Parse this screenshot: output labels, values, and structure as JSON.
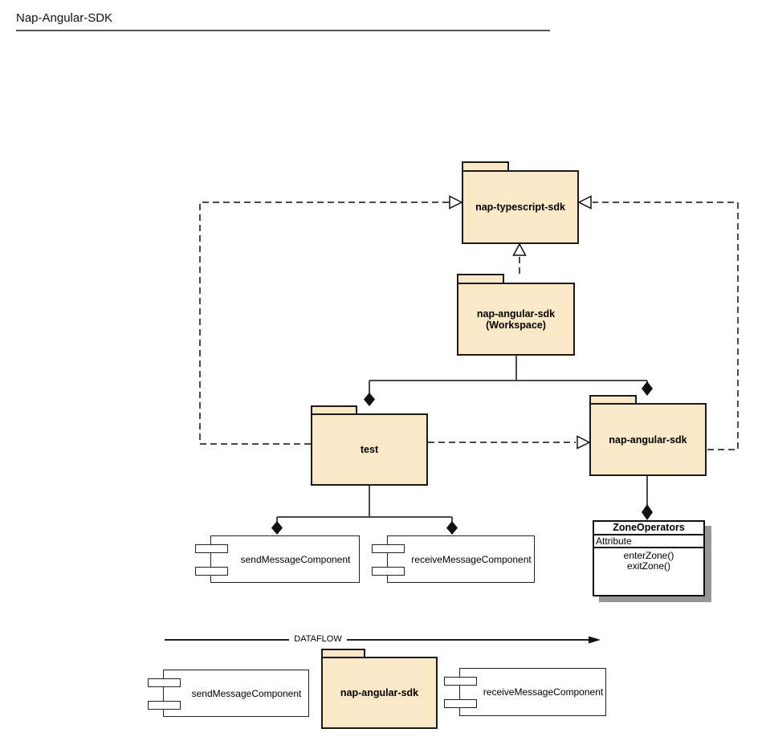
{
  "page": {
    "title": "Nap-Angular-SDK"
  },
  "colors": {
    "package_fill": "#FBE8C6",
    "package_border": "#1A1A1A",
    "line": "#4A4A4A",
    "node_border": "#222222",
    "shadow": "#969696"
  },
  "packages": {
    "typescript_sdk": {
      "label": "nap-typescript-sdk"
    },
    "workspace": {
      "label": "nap-angular-sdk",
      "sublabel": "(Workspace)"
    },
    "test": {
      "label": "test"
    },
    "angular_sdk": {
      "label": "nap-angular-sdk"
    },
    "dataflow_sdk": {
      "label": "nap-angular-sdk"
    }
  },
  "components": {
    "send_mid": {
      "label": "sendMessageComponent"
    },
    "receive_mid": {
      "label": "receiveMessageComponent"
    },
    "send_flow": {
      "label": "sendMessageComponent"
    },
    "receive_flow": {
      "label": "receiveMessageComponent"
    }
  },
  "class_box": {
    "name": "ZoneOperators",
    "attribute_label": "Attribute",
    "methods": [
      "enterZone()",
      "exitZone()"
    ]
  },
  "dataflow": {
    "label": "DATAFLOW"
  }
}
